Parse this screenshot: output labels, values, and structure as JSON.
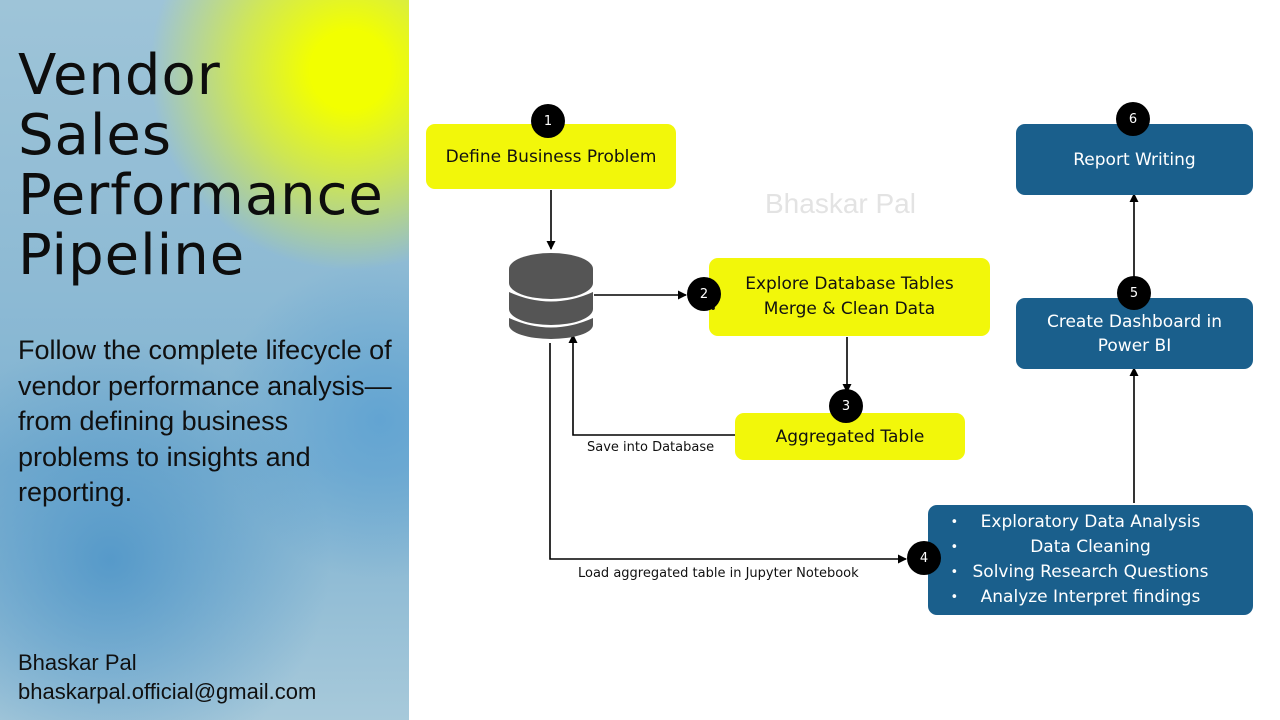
{
  "panel": {
    "title_lines": [
      "Vendor",
      "Sales",
      "Performance",
      "Pipeline"
    ],
    "subtitle": "Follow the complete lifecycle of vendor performance analysis—from defining business problems to insights and reporting.",
    "author_name": "Bhaskar Pal",
    "author_email": "bhaskarpal.official@gmail.com"
  },
  "diagram": {
    "watermark": "Bhaskar Pal",
    "steps": {
      "define_problem": {
        "badge": "1",
        "label": "Define Business Problem"
      },
      "explore": {
        "badge": "2",
        "items": [
          "Explore Database Tables",
          "Merge & Clean Data"
        ]
      },
      "aggregated": {
        "badge": "3",
        "label": "Aggregated Table"
      },
      "analysis": {
        "badge": "4",
        "items": [
          "Exploratory Data Analysis",
          "Data Cleaning",
          "Solving Research Questions",
          "Analyze Interpret findings"
        ]
      },
      "dashboard": {
        "badge": "5",
        "label": "Create Dashboard in Power BI"
      },
      "report": {
        "badge": "6",
        "label": "Report Writing"
      }
    },
    "edge_labels": {
      "save": "Save into Database",
      "load": "Load aggregated table in Jupyter Notebook"
    },
    "icons": {
      "database": "database-icon"
    },
    "colors": {
      "yellow": "#f2f70a",
      "blue": "#1a5f8c",
      "badge": "#000000"
    }
  }
}
